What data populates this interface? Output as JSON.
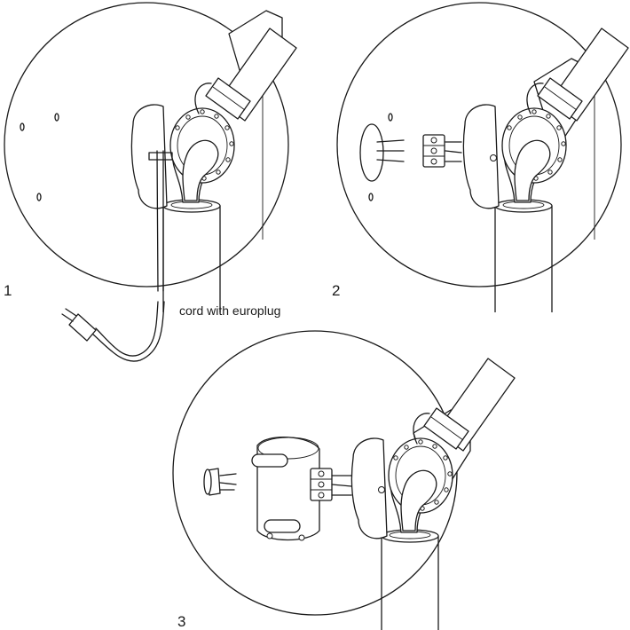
{
  "steps": [
    {
      "number": "1"
    },
    {
      "number": "2"
    },
    {
      "number": "3"
    }
  ],
  "callouts": {
    "cord": "cord with europlug"
  },
  "icons": [
    "europlug-icon",
    "lamp-icon",
    "terminal-block-icon",
    "junction-box-icon",
    "wall-plug-icon"
  ],
  "colors": {
    "line": "#1a1a1a",
    "background": "#ffffff"
  }
}
